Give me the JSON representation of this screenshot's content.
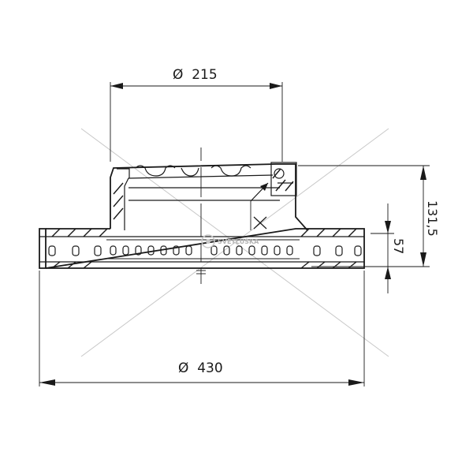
{
  "dimensions": {
    "top_diameter": "Ø  215",
    "bottom_diameter": "Ø  430",
    "height": "131,5",
    "hat_offset": "57"
  },
  "watermark": {
    "text": "SVĚTLUŠKA"
  },
  "colors": {
    "line": "#1a1a1a",
    "guide": "#c8c8c8",
    "background": "#ffffff"
  }
}
